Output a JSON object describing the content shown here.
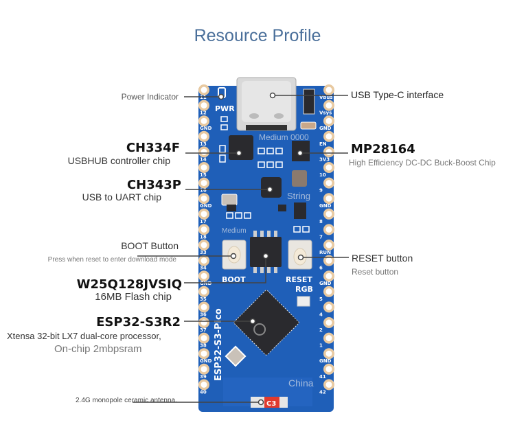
{
  "title": "Resource Profile",
  "colors": {
    "title": "#4a6f9a",
    "pcb": "#1f5fb8",
    "pad": "#e8c9a0",
    "chip": "#2a2a2e",
    "antenna_cap": "#e03a2e"
  },
  "board": {
    "silkscreen_name": "ESP32-S3-Pico",
    "pwr_label": "PWR",
    "boot_label": "BOOT",
    "reset_label": "RESET",
    "rgb_label": "RGB",
    "cap_label": "C3",
    "left_pins": [
      "11",
      "12",
      "GND",
      "13",
      "14",
      "15",
      "16",
      "GND",
      "17",
      "18",
      "33",
      "34",
      "GND",
      "35",
      "36",
      "37",
      "38",
      "GND",
      "39",
      "40"
    ],
    "right_pins": [
      "Vbus",
      "Vsys",
      "GND",
      "EN",
      "3V3",
      "10",
      "9",
      "GND",
      "8",
      "7",
      "RUN",
      "6",
      "GND",
      "5",
      "4",
      "2",
      "1",
      "GND",
      "41",
      "42"
    ],
    "watermarks": [
      "Medium 0000",
      "String",
      "Medium",
      "China"
    ]
  },
  "callouts": {
    "power_indicator": {
      "title": "Power Indicator"
    },
    "ch334f": {
      "title": "CH334F",
      "desc": "USBHUB controller chip"
    },
    "ch343p": {
      "title": "CH343P",
      "desc": "USB to UART chip"
    },
    "boot": {
      "title": "BOOT Button",
      "desc": "Press when reset to enter download mode"
    },
    "w25q": {
      "title": "W25Q128JVSIQ",
      "desc": "16MB Flash chip"
    },
    "esp32": {
      "title": "ESP32-S3R2",
      "desc": "Xtensa 32-bit LX7 dual-core processor,",
      "desc2": "On-chip 2mbpsram"
    },
    "antenna": {
      "title": "2.4G monopole ceramic antenna."
    },
    "usbc": {
      "title": "USB Type-C interface"
    },
    "mp28164": {
      "title": "MP28164",
      "desc": "High Efficiency DC-DC Buck-Boost Chip"
    },
    "reset": {
      "title": "RESET button",
      "desc": "Reset button"
    }
  }
}
